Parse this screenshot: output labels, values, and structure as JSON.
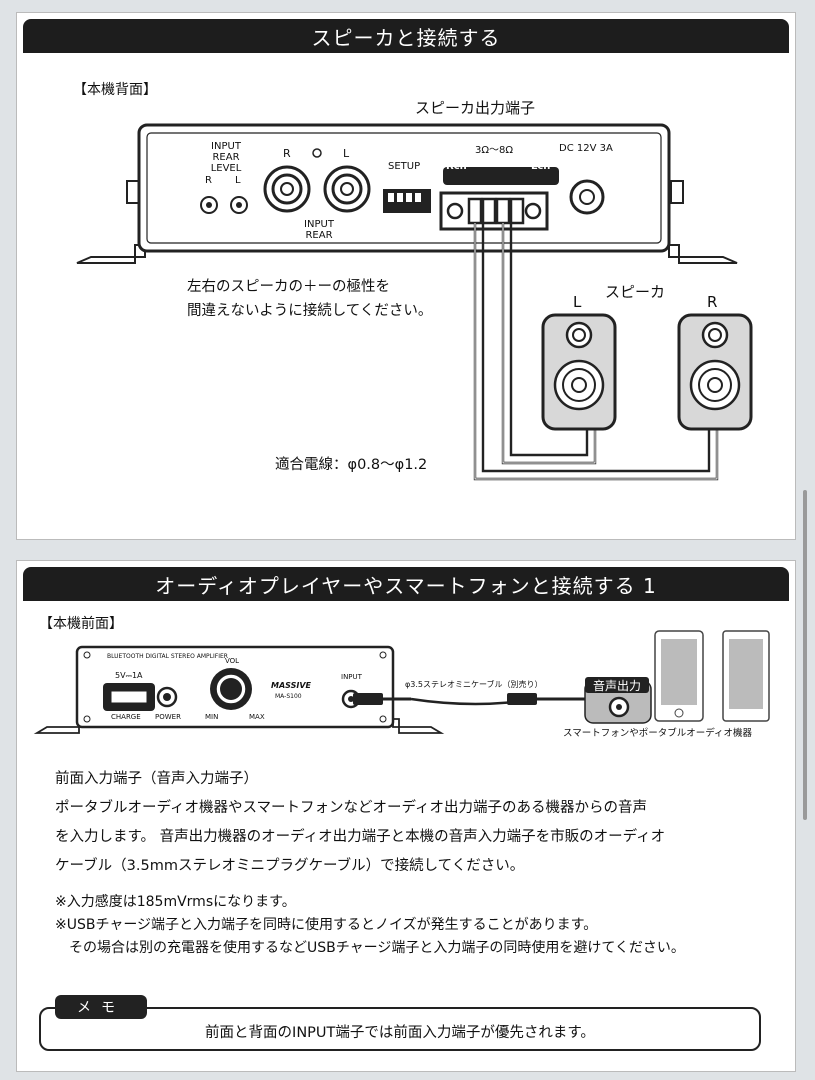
{
  "section1": {
    "title": "スピーカと接続する",
    "rear_label": "【本機背面】",
    "output_label": "スピーカ出力端子",
    "device": {
      "input_level": [
        "INPUT",
        "REAR",
        "LEVEL"
      ],
      "level_r": "R",
      "level_l": "L",
      "rca_r": "R",
      "rca_l": "L",
      "input_rear": [
        "INPUT",
        "REAR"
      ],
      "setup": "SETUP",
      "impedance": "3Ω〜8Ω",
      "rch": "Rch",
      "lch": "Lch",
      "dc": "DC 12V 3A"
    },
    "polarity_note": [
      "左右のスピーカの＋ーの極性を",
      "間違えないように接続してください。"
    ],
    "speaker_label": "スピーカ",
    "speaker_l": "L",
    "speaker_r": "R",
    "wire_note": "適合電線：φ0.8〜φ1.2"
  },
  "section2": {
    "title": "オーディオプレイヤーやスマートフォンと接続する 1",
    "front_label": "【本機前面】",
    "device": {
      "model_line": "BLUETOOTH DIGITAL STEREO AMPLIFIER",
      "usb": "5V⎓1A",
      "charge": "CHARGE",
      "power": "POWER",
      "vol": "VOL",
      "min": "MIN",
      "max": "MAX",
      "brand": "MASSIVE",
      "model": "MA-S100",
      "input": "INPUT"
    },
    "cable_label": "φ3.5ステレオミニケーブル（別売り）",
    "audio_out": "音声出力",
    "phone_caption": "スマートフォンやポータブルオーディオ機器",
    "heading": "前面入力端子（音声入力端子）",
    "body": [
      "ポータブルオーディオ機器やスマートフォンなどオーディオ出力端子のある機器からの音声",
      "を入力します。 音声出力機器のオーディオ出力端子と本機の音声入力端子を市販のオーディオ",
      "ケーブル（3.5mmステレオミニプラグケーブル）で接続してください。"
    ],
    "notes": [
      "※入力感度は185mVrmsになります。",
      "※USBチャージ端子と入力端子を同時に使用するとノイズが発生することがあります。",
      "　その場合は別の充電器を使用するなどUSBチャージ端子と入力端子の同時使用を避けてください。"
    ],
    "memo_tag": "メモ",
    "memo_text": "前面と背面のINPUT端子では前面入力端子が優先されます。"
  },
  "colors": {
    "bar": "#1d1d1d",
    "speaker": "#d8d8d8"
  }
}
